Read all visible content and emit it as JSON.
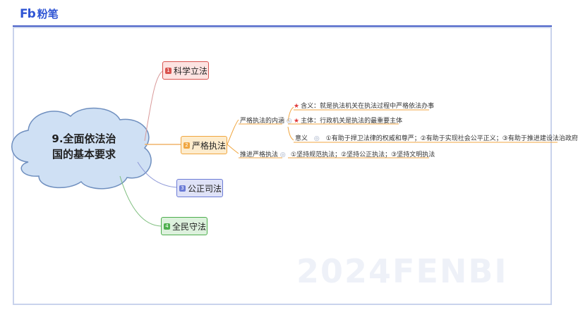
{
  "brand": {
    "mark": "Fb",
    "name": "粉笔"
  },
  "watermark": "2024FENBI",
  "root": {
    "line1": "9.全面依法治",
    "line2": "国的基本要求"
  },
  "branches": [
    {
      "num": "1",
      "label": "科学立法",
      "color": "#d9534f"
    },
    {
      "num": "2",
      "label": "严格执法",
      "color": "#f0a640"
    },
    {
      "num": "3",
      "label": "公正司法",
      "color": "#6b7bd6"
    },
    {
      "num": "4",
      "label": "全民守法",
      "color": "#4cae4c"
    }
  ],
  "sub": {
    "inner": "严格执法的内涵",
    "promote": "推进严格执法",
    "meaning_def": "含义：就是执法机关在执法过程中严格依法办事",
    "subject": "主体：行政机关是执法的最重要主体",
    "significance_label": "意义",
    "significance_text": "①有助于捍卫法律的权威和尊严；②有助于实现社会公平正义；③有助于推进建设法治政府",
    "promote_text": "①坚持规范执法；②坚持公正执法；③坚持文明执法"
  }
}
